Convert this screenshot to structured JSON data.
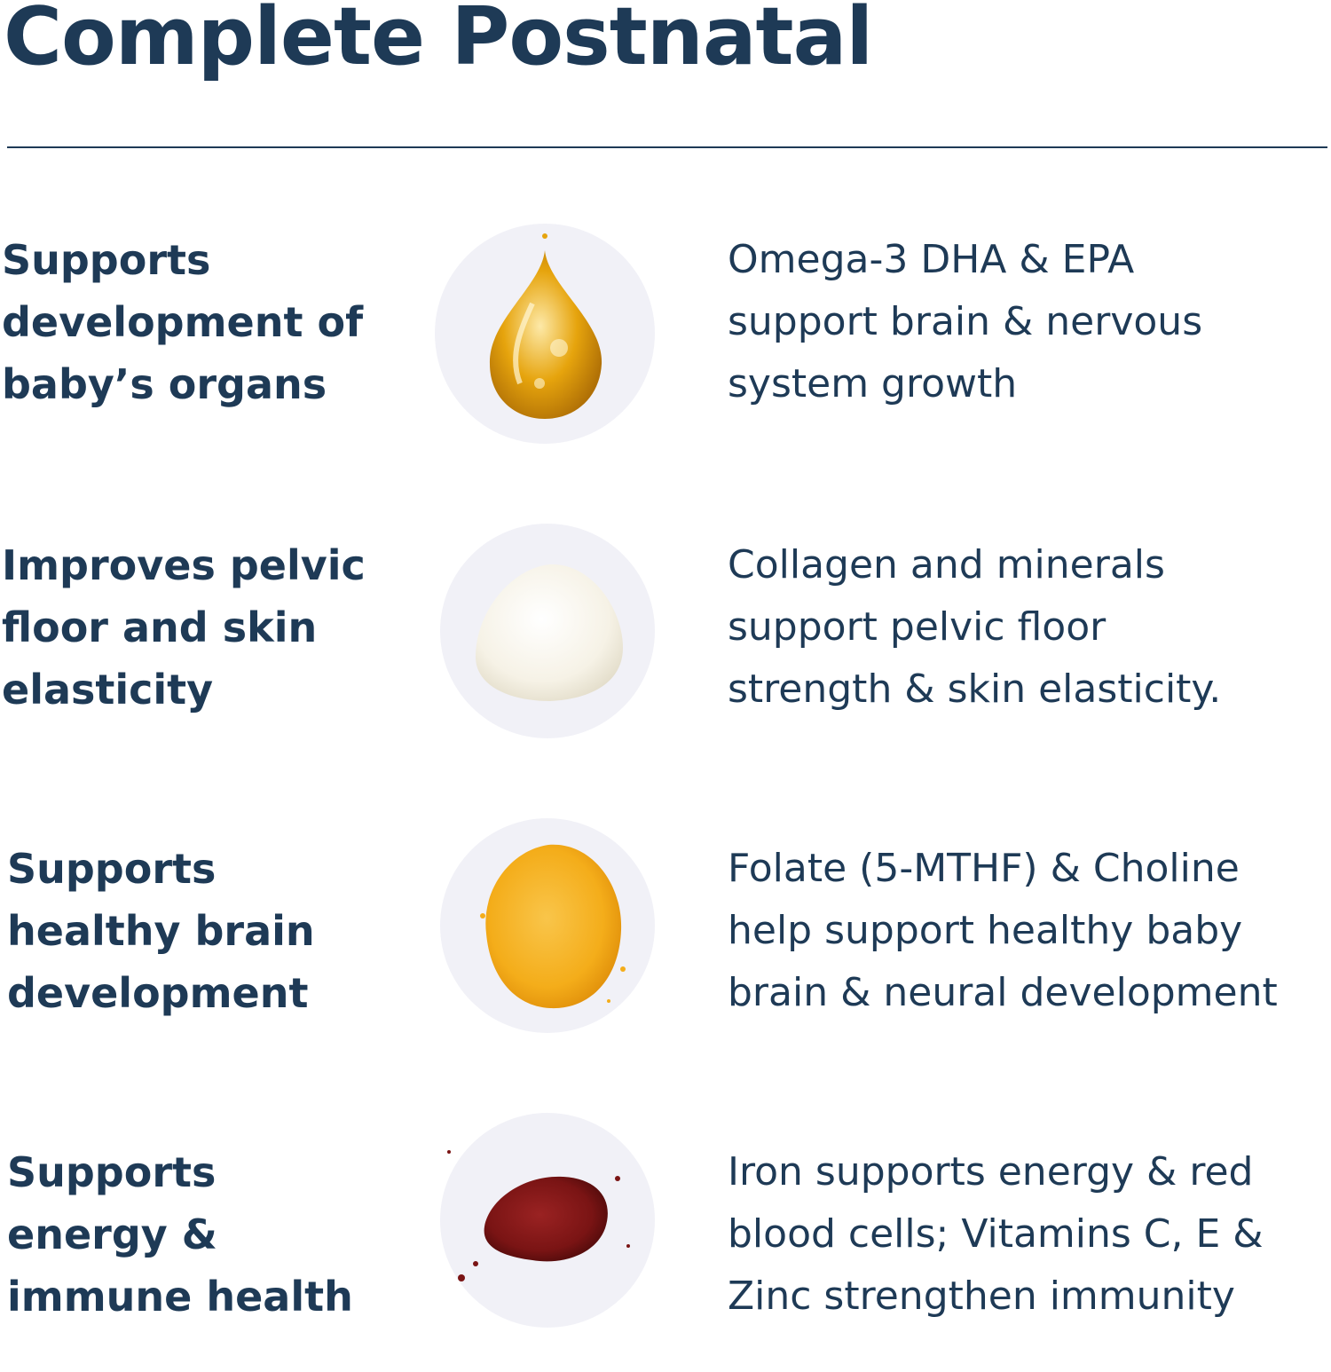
{
  "title": "Complete Postnatal",
  "rows": [
    {
      "benefit": "Supports\ndevelopment of\nbaby’s organs",
      "description": "Omega-3 DHA & EPA\nsupport brain & nervous\nsystem growth",
      "icon": "oil-drop-icon"
    },
    {
      "benefit": "Improves pelvic\nfloor and skin\nelasticity",
      "description": "Collagen and minerals\nsupport pelvic floor\nstrength & skin elasticity.",
      "icon": "white-powder-icon"
    },
    {
      "benefit": "Supports\nhealthy brain\ndevelopment",
      "description": "Folate (5-MTHF) & Choline\nhelp support healthy baby\nbrain & neural development",
      "icon": "yellow-powder-icon"
    },
    {
      "benefit": "Supports\nenergy &\nimmune health",
      "description": "Iron supports energy & red\nblood cells; Vitamins C, E &\nZinc strengthen immunity",
      "icon": "red-powder-icon"
    }
  ],
  "colors": {
    "text": "#1e3a56",
    "circle_bg": "#f1f1f7",
    "oil": "#e6a40d",
    "white_powder": "#f6f2e6",
    "yellow_powder": "#f4ad1a",
    "red_powder": "#7a1414"
  }
}
